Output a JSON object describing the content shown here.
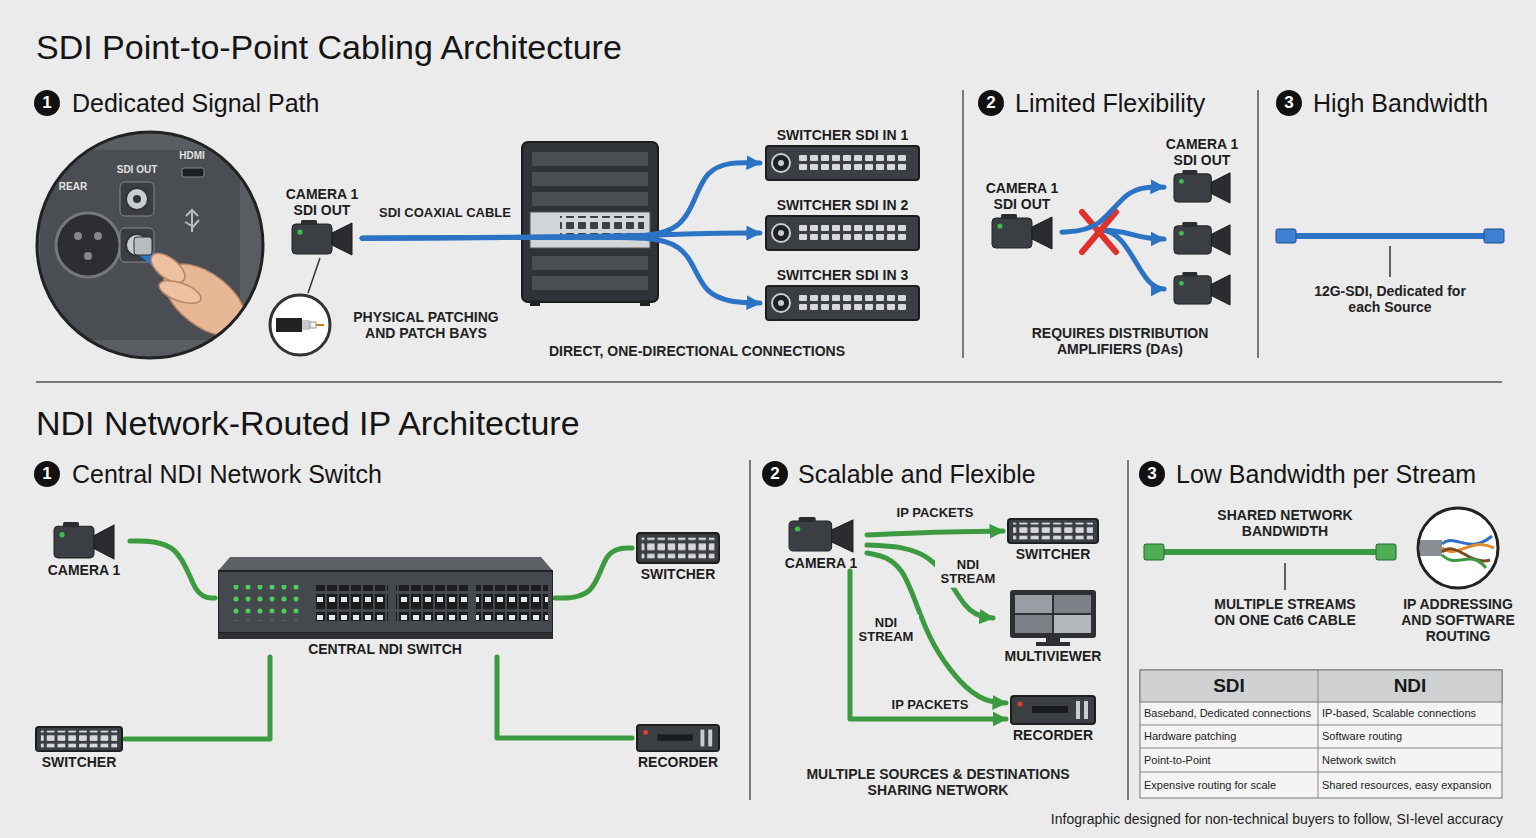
{
  "diagram": {
    "caption": "Infographic designed for non-technical buyers to follow, SI-level accuracy",
    "nodes": [
      {
        "text": [
          "CAMERA 1 SDI OUT"
        ]
      },
      {
        "text": [
          "SWITCHER SDI IN 1"
        ]
      },
      {
        "text": [
          "SWITCHER SDI IN 2"
        ]
      },
      {
        "text": [
          "SWITCHER SDI IN 3"
        ]
      },
      {
        "text": [
          "CAMERA 1 SDI OUT"
        ]
      },
      {
        "text": [
          "CAMERA 1 SDI OUT"
        ]
      },
      {
        "text": [
          "CAMERA 1"
        ]
      },
      {
        "text": [
          "SWITCHER"
        ]
      },
      {
        "text": [
          "CENTRAL NDI SWITCH"
        ]
      },
      {
        "text": [
          "SWITCHER"
        ]
      },
      {
        "text": [
          "RECORDER"
        ]
      },
      {
        "text": [
          "CAMERA 1"
        ]
      },
      {
        "text": [
          "SWITCHER"
        ]
      },
      {
        "text": [
          "MULTIVIEWER"
        ]
      },
      {
        "text": [
          "RECORDER"
        ]
      }
    ],
    "edges": [
      {
        "from": 0,
        "to": 1,
        "arrow": "to"
      },
      {
        "from": 0,
        "to": 2,
        "arrow": "to",
        "label": "SDI COAXIAL CABLE"
      },
      {
        "from": 0,
        "to": 3,
        "arrow": "to"
      },
      {
        "from": 4,
        "to": 5,
        "arrow": "to"
      },
      {
        "from": 6,
        "to": 8,
        "arrow": "none"
      },
      {
        "from": 8,
        "to": 7,
        "arrow": "none"
      },
      {
        "from": 8,
        "to": 9,
        "arrow": "none"
      },
      {
        "from": 8,
        "to": 10,
        "arrow": "none"
      },
      {
        "from": 11,
        "to": 12,
        "arrow": "to",
        "label": "IP PACKETS"
      },
      {
        "from": 11,
        "to": 13,
        "arrow": "to",
        "label": "NDI STREAM"
      },
      {
        "from": 11,
        "to": 14,
        "arrow": "to",
        "label": "NDI STREAM"
      },
      {
        "from": 11,
        "to": 14,
        "arrow": "to",
        "label": "IP PACKETS"
      }
    ],
    "labels": [
      "SDI Point-to-Point Cabling Architecture",
      "1",
      "Dedicated Signal Path",
      "REAR",
      "SDI OUT",
      "HDMI",
      "PHYSICAL PATCHING AND PATCH BAYS",
      "DIRECT, ONE-DIRECTIONAL CONNECTIONS",
      "2",
      "Limited Flexibility",
      "REQUIRES DISTRIBUTION AMPLIFIERS (DAs)",
      "3",
      "High Bandwidth",
      "12G-SDI, Dedicated for each Source",
      "NDI Network-Routed IP Architecture",
      "1",
      "Central NDI Network Switch",
      "2",
      "Scalable and Flexible",
      "MULTIPLE SOURCES & DESTINATIONS SHARING NETWORK",
      "3",
      "Low Bandwidth per Stream",
      "SHARED NETWORK BANDWIDTH",
      "MULTIPLE STREAMS ON ONE Cat6 CABLE",
      "IP ADDRESSING AND SOFTWARE ROUTING",
      "SDI",
      "NDI",
      "Baseband, Dedicated connections",
      "IP-based, Scalable connections",
      "Hardware patching",
      "Software routing",
      "Point-to-Point",
      "Network switch",
      "Expensive routing for scale",
      "Shared resources, easy expansion"
    ]
  }
}
